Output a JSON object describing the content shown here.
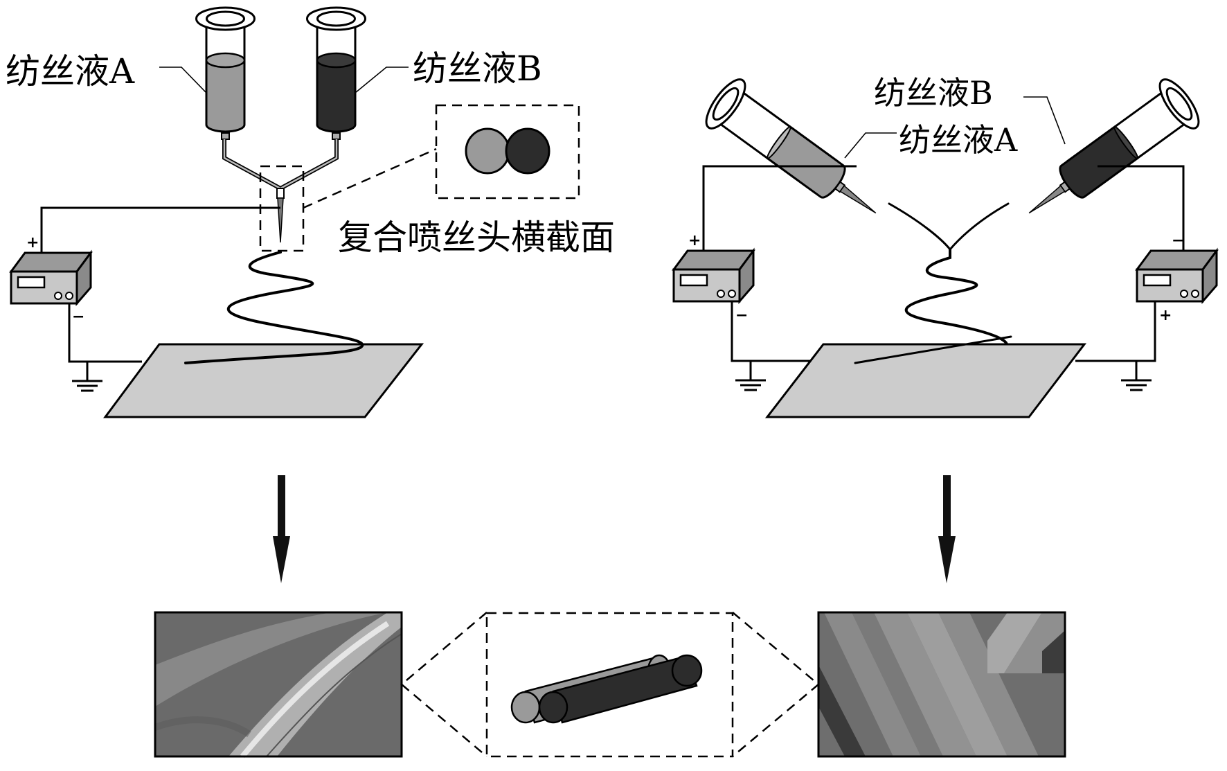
{
  "figure": {
    "left_setup": {
      "label_solution_a": "纺丝液A",
      "label_solution_b": "纺丝液B",
      "nozzle_caption": "复合喷丝头横截面",
      "power_supply": {
        "positive": "+",
        "negative": "−"
      }
    },
    "right_setup": {
      "label_solution_b": "纺丝液B",
      "label_solution_a": "纺丝液A",
      "left_power_supply": {
        "positive": "+",
        "negative": "−"
      },
      "right_power_supply": {
        "positive": "+",
        "negative": "−"
      }
    },
    "colors": {
      "solution_a": "#9a9a9a",
      "solution_b": "#2c2c2c",
      "collector": "#cccccc",
      "device_front": "#c8c8c8",
      "device_top": "#9a9a9a"
    }
  }
}
